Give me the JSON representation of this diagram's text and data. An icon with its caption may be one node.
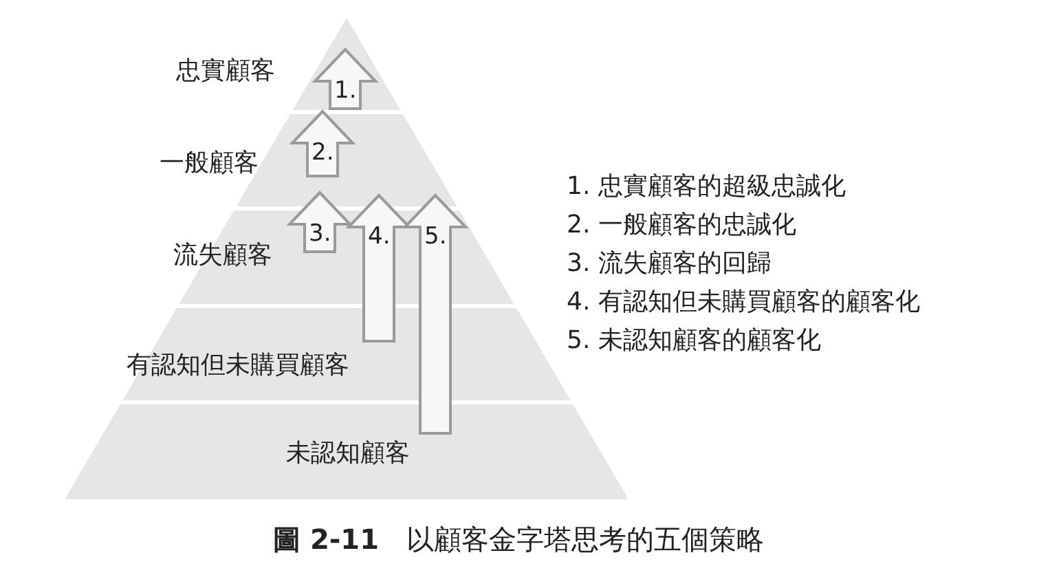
{
  "diagram": {
    "caption": "**圖 2-11**　以顧客金字塔思考的五個策略",
    "nodes": [
      {
        "text": [
          "忠實顧客"
        ]
      },
      {
        "text": [
          "一般顧客"
        ]
      },
      {
        "text": [
          "流失顧客"
        ]
      },
      {
        "text": [
          "有認知但未購買顧客"
        ]
      },
      {
        "text": [
          "未認知顧客"
        ]
      }
    ],
    "edges": [
      {
        "from": null,
        "to": 0,
        "arrow": "to",
        "label": "1.",
        "style": "thick"
      },
      {
        "from": 1,
        "to": 0,
        "arrow": "to",
        "label": "2.",
        "style": "thick"
      },
      {
        "from": 2,
        "to": 1,
        "arrow": "to",
        "label": "3.",
        "style": "thick"
      },
      {
        "from": 3,
        "to": 1,
        "arrow": "to",
        "label": "4.",
        "style": "thick"
      },
      {
        "from": 4,
        "to": 1,
        "arrow": "to",
        "label": "5.",
        "style": "thick"
      }
    ],
    "labels": [
      "1. 忠實顧客的超級忠誠化",
      "2. 一般顧客的忠誠化",
      "3. 流失顧客的回歸",
      "4. 有認知但未購買顧客的顧客化",
      "5. 未認知顧客的顧客化"
    ]
  }
}
